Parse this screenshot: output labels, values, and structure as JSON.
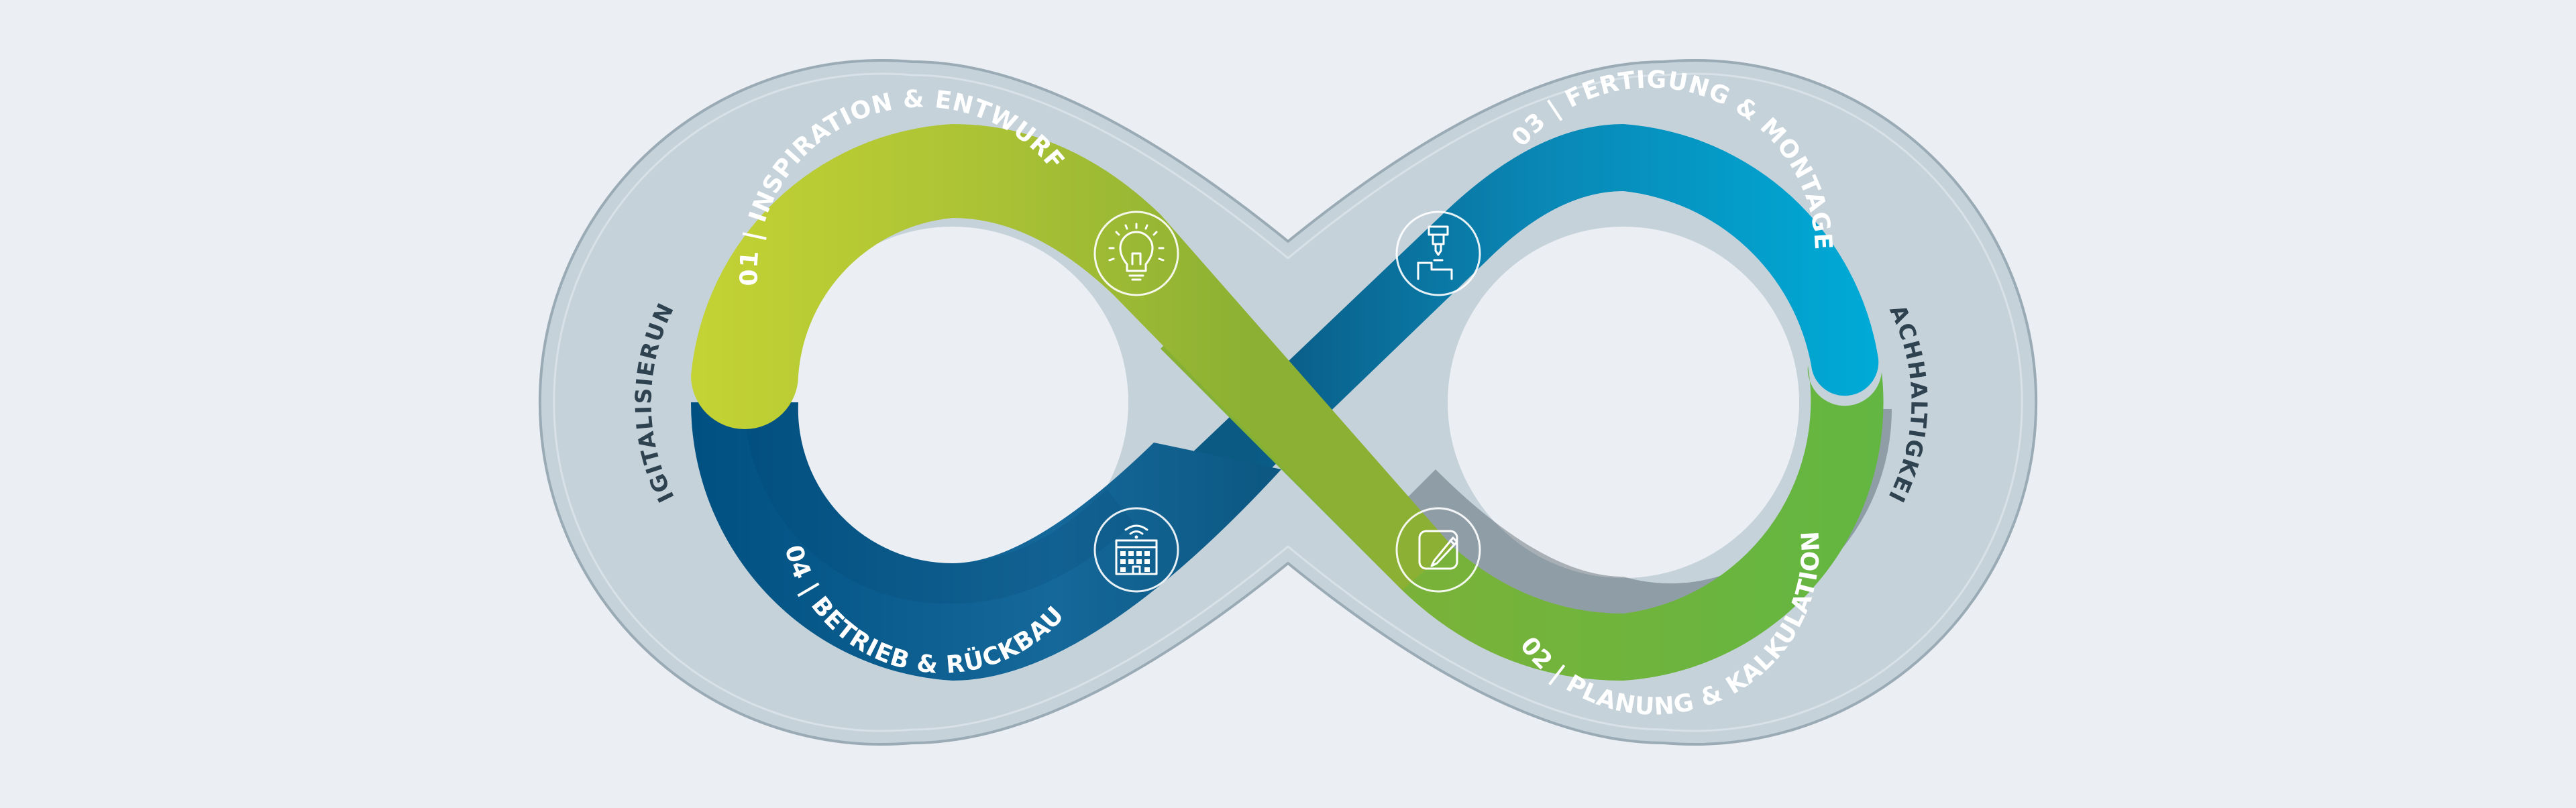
{
  "diagram": {
    "segments": [
      {
        "id": "01",
        "label": "01 | INSPIRATION & ENTWURF",
        "icon": "lightbulb-icon",
        "color_start": "#c4d334",
        "color_end": "#8bb033"
      },
      {
        "id": "02",
        "label": "02 | PLANUNG & KALKULATION",
        "icon": "pencil-tablet-icon",
        "color_start": "#6cb33f",
        "color_end": "#6cb840"
      },
      {
        "id": "03",
        "label": "03 | FERTIGUNG & MONTAGE",
        "icon": "machining-icon",
        "color_start": "#0a5f8a",
        "color_end": "#00a8d4"
      },
      {
        "id": "04",
        "label": "04 | BETRIEB & RÜCKBAU",
        "icon": "smart-building-icon",
        "color_start": "#004f7d",
        "color_end": "#1d6f9c"
      }
    ],
    "side_labels": {
      "left": "DIGITALISIERUNG",
      "right": "NACHHALTIGKEIT"
    },
    "colors": {
      "background": "#ebeef3",
      "outer_ring": "#c5d2da",
      "outline": "#9aabb6",
      "side_text": "#2f4250"
    }
  }
}
